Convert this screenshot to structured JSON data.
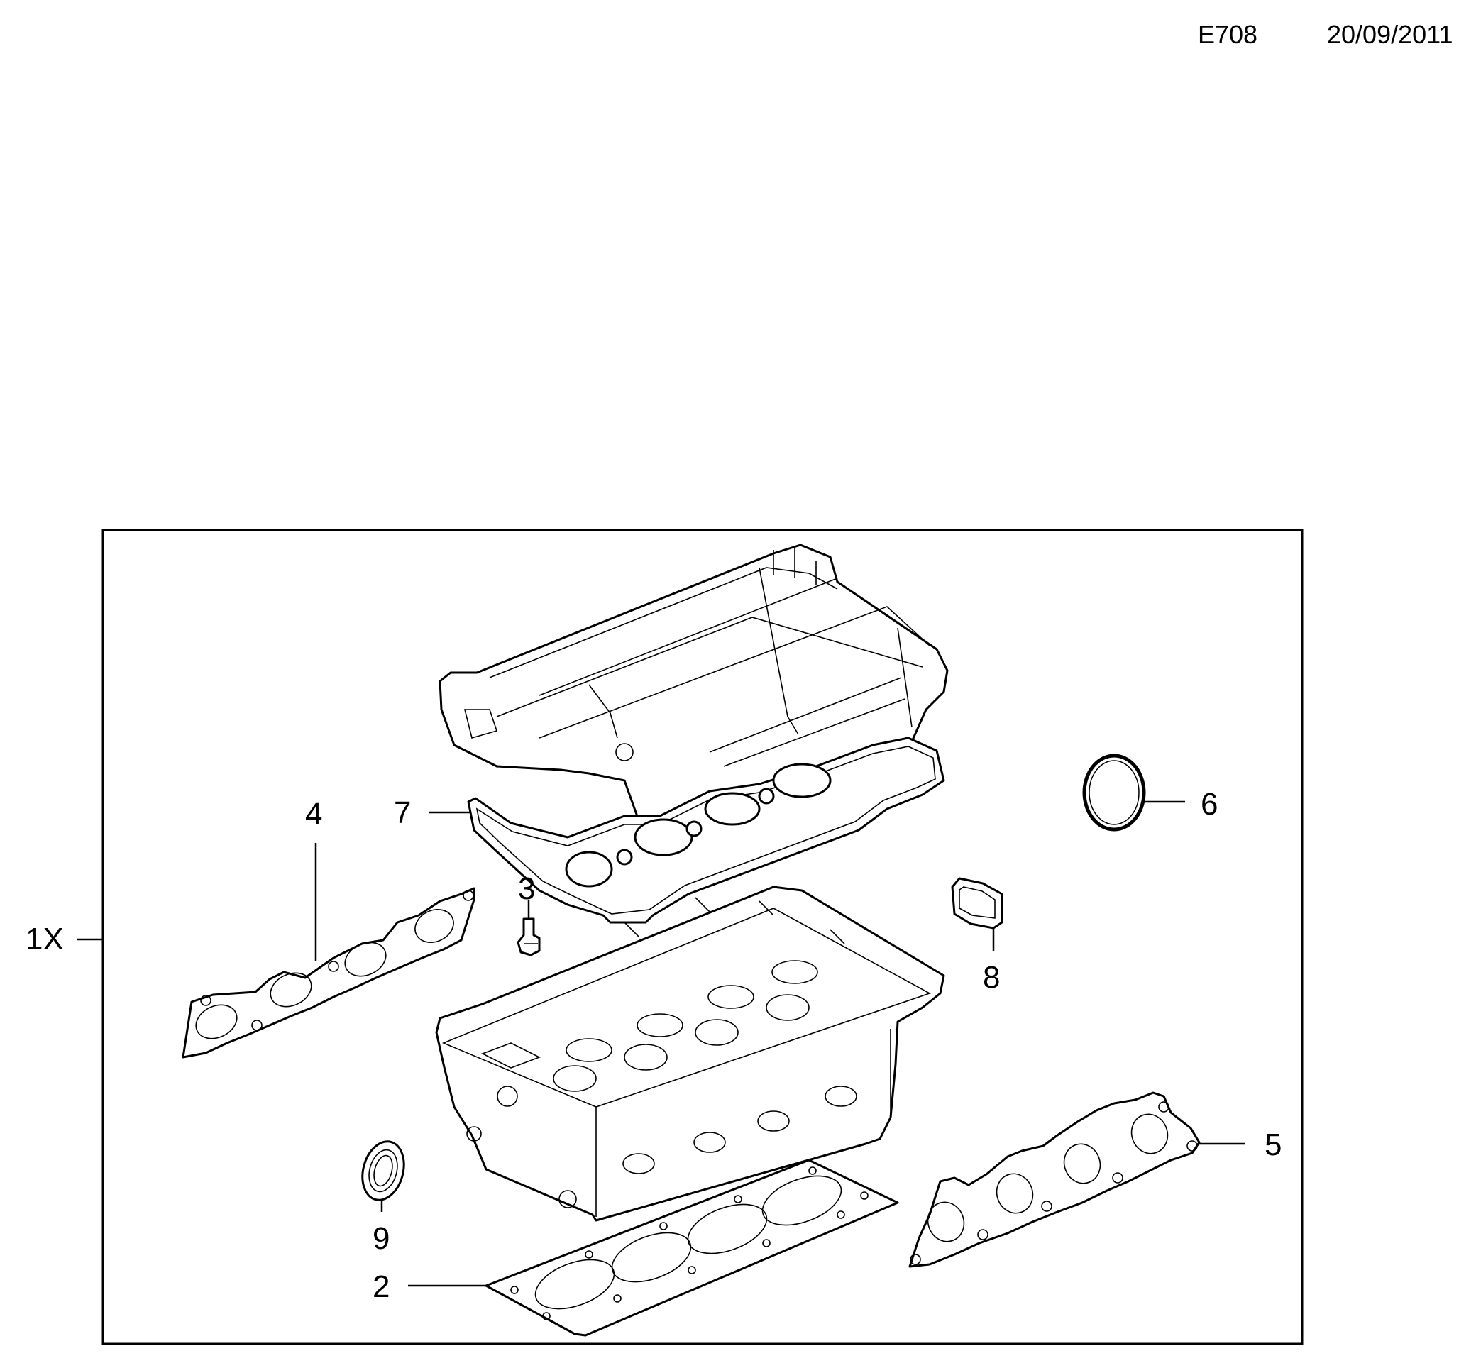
{
  "header": {
    "code": "E708",
    "date": "20/09/2011"
  },
  "callouts": [
    {
      "id": "1X",
      "label": "1X"
    },
    {
      "id": "2",
      "label": "2"
    },
    {
      "id": "3",
      "label": "3"
    },
    {
      "id": "4",
      "label": "4"
    },
    {
      "id": "5",
      "label": "5"
    },
    {
      "id": "6",
      "label": "6"
    },
    {
      "id": "7",
      "label": "7"
    },
    {
      "id": "8",
      "label": "8"
    },
    {
      "id": "9",
      "label": "9"
    }
  ]
}
